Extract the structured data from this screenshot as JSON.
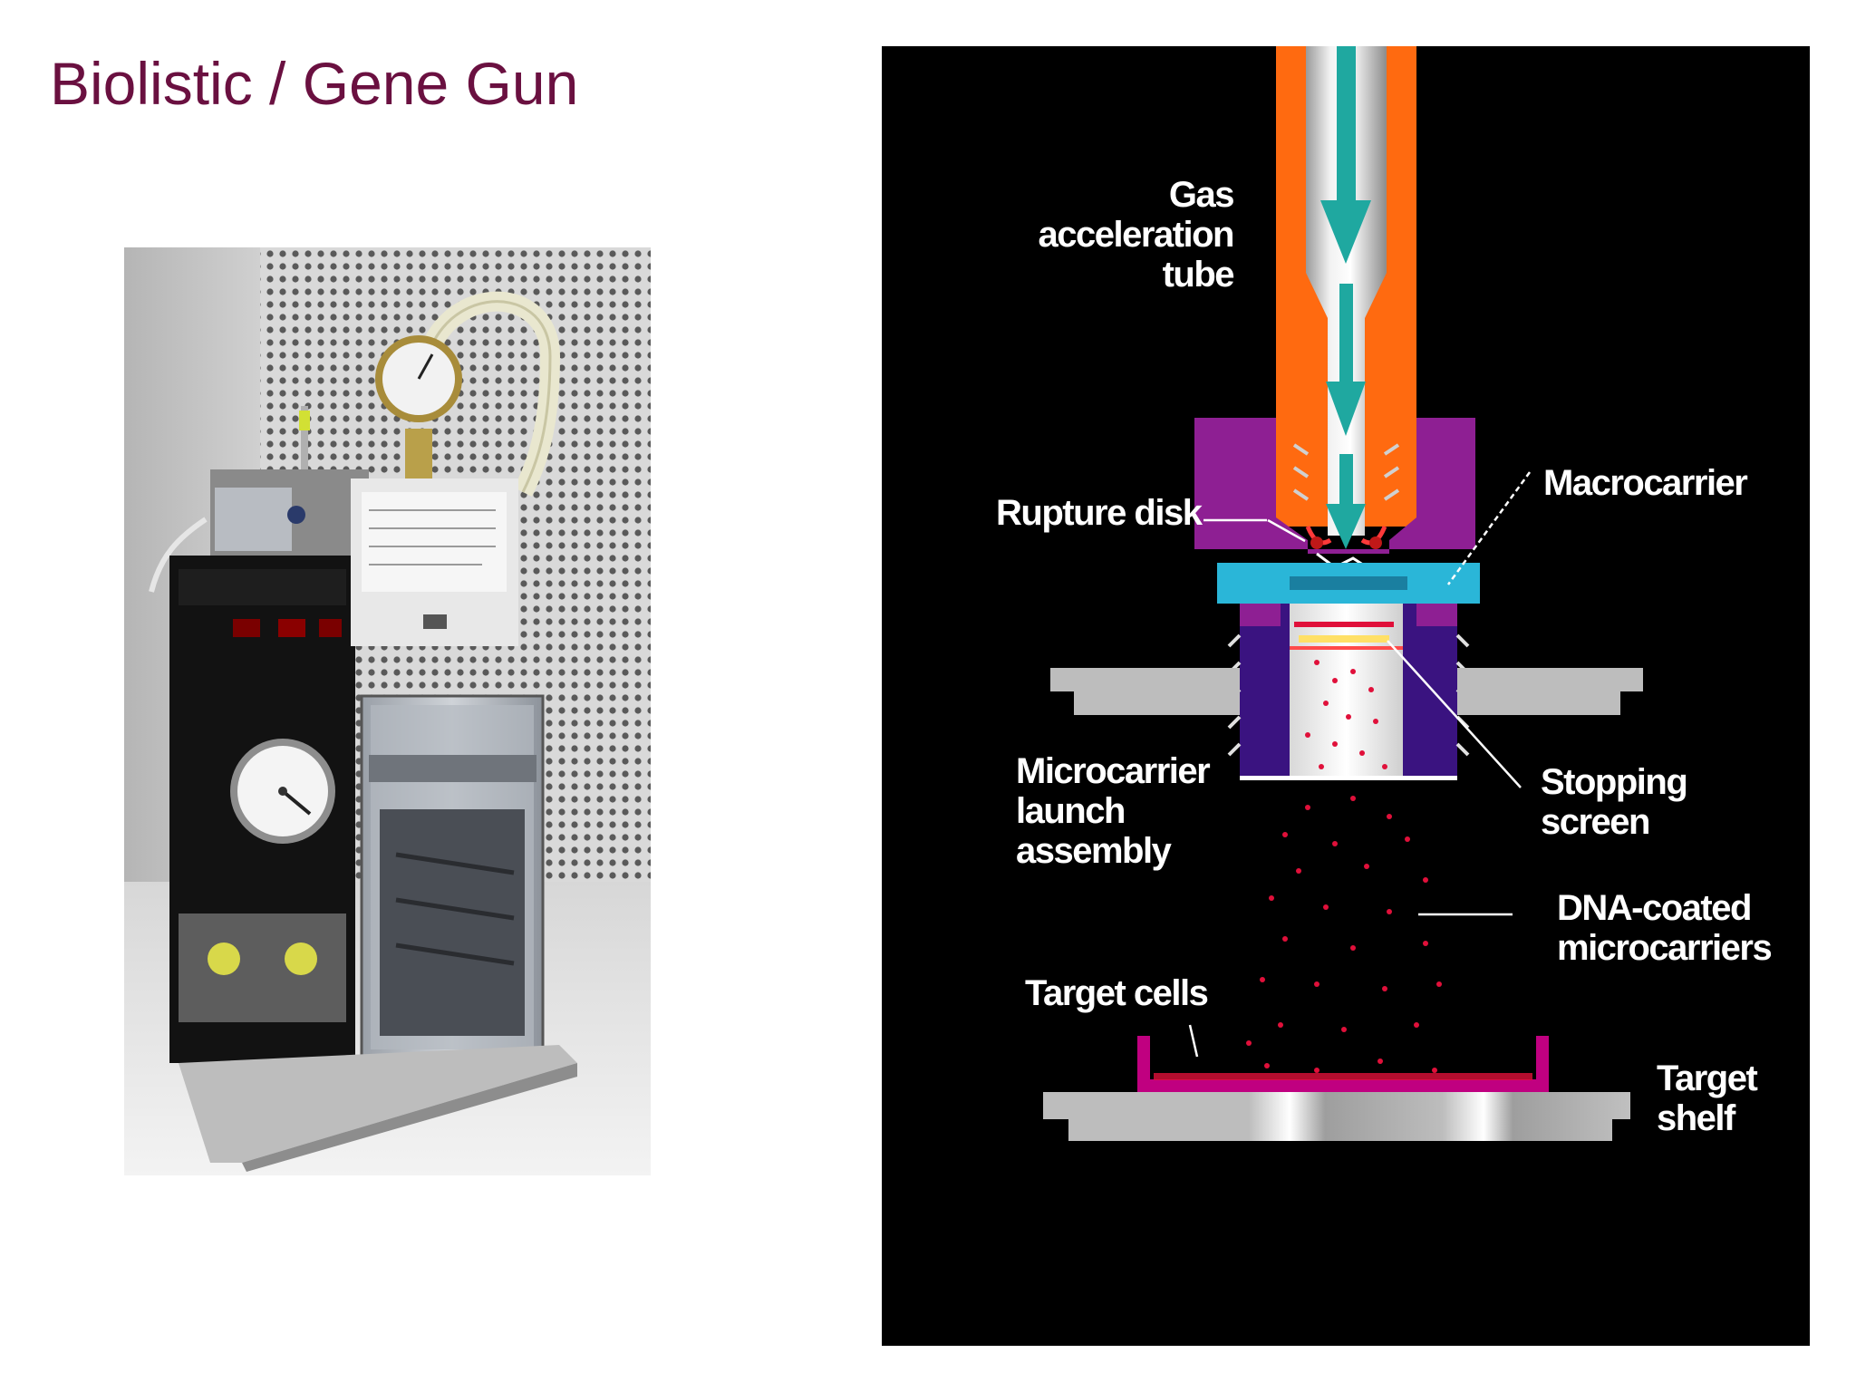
{
  "slide": {
    "title": "Biolistic / Gene Gun"
  },
  "diagram": {
    "labels": {
      "gas_tube": [
        "Gas",
        "acceleration",
        "tube"
      ],
      "rupture_disk": "Rupture disk",
      "macrocarrier": "Macrocarrier",
      "launch_assembly": [
        "Microcarrier",
        "launch",
        "assembly"
      ],
      "stopping_screen": [
        "Stopping",
        "screen"
      ],
      "dna_microcarriers": [
        "DNA-coated",
        "microcarriers"
      ],
      "target_cells": "Target cells",
      "target_shelf": [
        "Target",
        "shelf"
      ]
    },
    "colors": {
      "background": "#000000",
      "tube": "#ff6a10",
      "flow_arrows": "#1fa8a0",
      "cap": "#8e1f93",
      "launch_assembly": "#3a1380",
      "retaining_ring": "#2ab6d8",
      "particles": "#e0103a",
      "target_dish": "#c00080",
      "shelf": "#bfbfbf"
    }
  },
  "photo": {
    "icons": [
      "pressure-gauge-icon",
      "vacuum-gauge-icon"
    ]
  }
}
